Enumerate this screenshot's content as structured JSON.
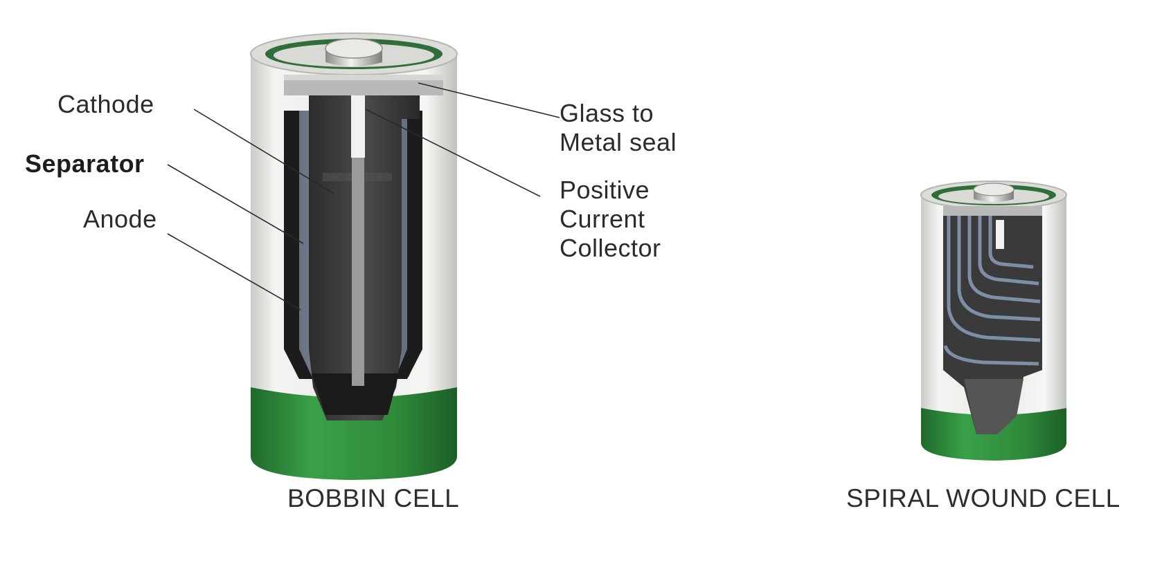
{
  "labels": {
    "cathode": "Cathode",
    "separator": "Separator",
    "anode": "Anode",
    "glass_seal": [
      "Glass to",
      "Metal seal"
    ],
    "positive_collector": [
      "Positive",
      "Current",
      "Collector"
    ]
  },
  "captions": {
    "bobbin": "BOBBIN CELL",
    "spiral": "SPIRAL WOUND CELL"
  },
  "colors": {
    "casing": "#e6e7e3",
    "green_band": "#2f8a3a",
    "cathode_dark": "#3a3a3a",
    "separator": "#6f7b8a",
    "collector": "#d8d8d8"
  }
}
